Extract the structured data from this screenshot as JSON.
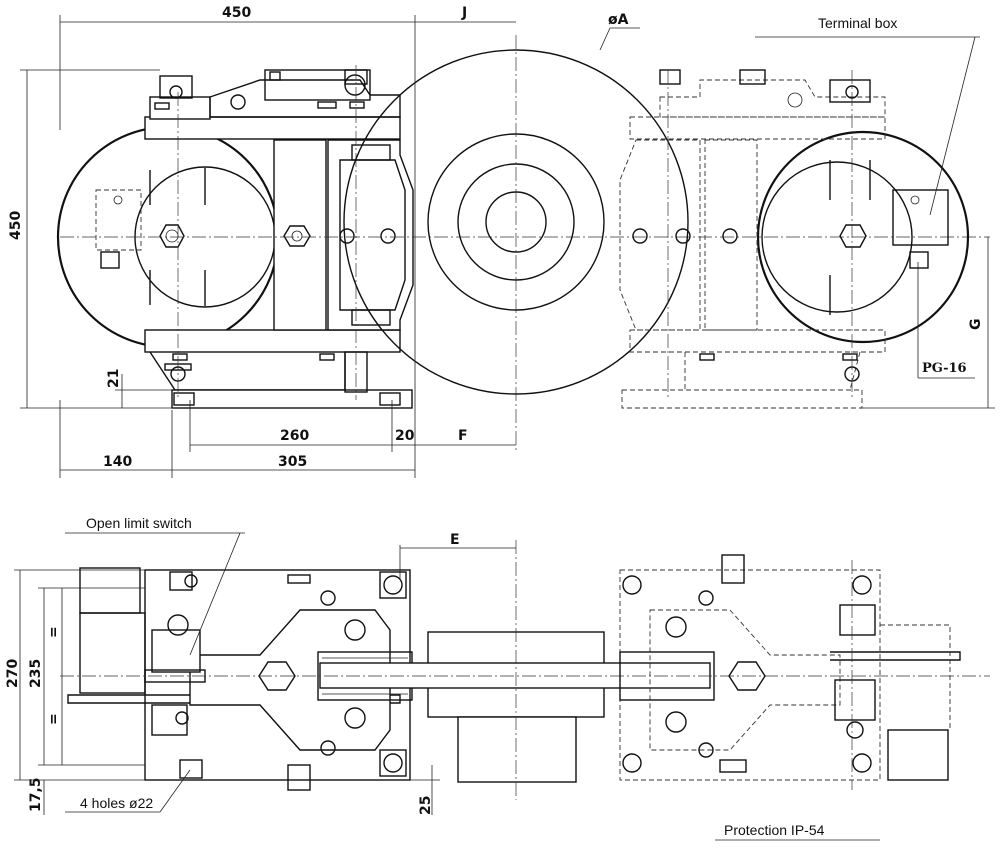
{
  "labels": {
    "terminal_box": "Terminal box",
    "open_limit_switch": "Open limit switch",
    "holes": "4 holes ø22",
    "protection": "Protection IP-54",
    "pg16": "PG-16"
  },
  "dimensions": {
    "width_top": "450",
    "j": "J",
    "dia_a": "øA",
    "height_left": "450",
    "g": "G",
    "d21": "21",
    "d260": "260",
    "d20": "20",
    "f": "F",
    "d140": "140",
    "d305": "305",
    "e": "E",
    "d270": "270",
    "d235": "235",
    "eq1": "=",
    "eq2": "=",
    "d17_5": "17,5",
    "d25": "25"
  }
}
